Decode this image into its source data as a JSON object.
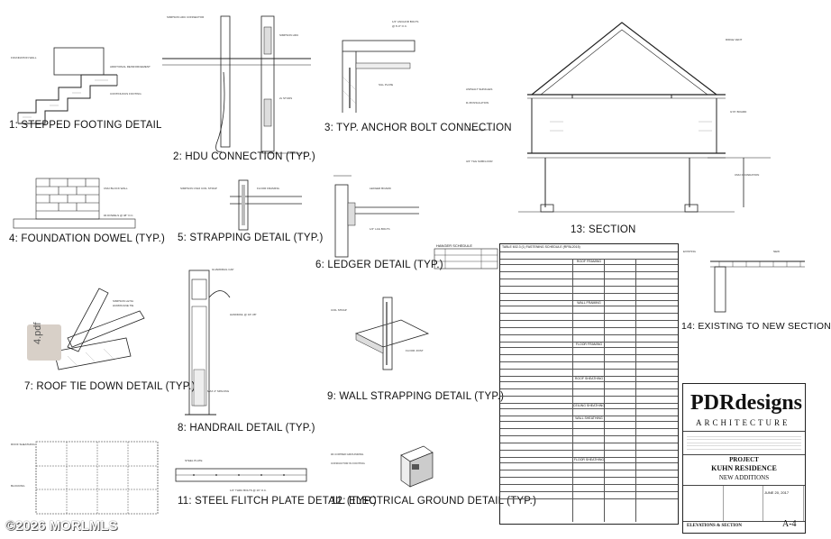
{
  "details": {
    "d1": "1: STEPPED FOOTING DETAIL",
    "d2": "2: HDU CONNECTION (TYP.)",
    "d3": "3: TYP. ANCHOR BOLT CONNECTION",
    "d4": "4: FOUNDATION DOWEL (TYP.)",
    "d5": "5: STRAPPING DETAIL (TYP.)",
    "d6": "6: LEDGER DETAIL (TYP.)",
    "d7": "7: ROOF TIE DOWN DETAIL (TYP.)",
    "d8": "8: HANDRAIL DETAIL (TYP.)",
    "d9": "9: WALL STRAPPING DETAIL (TYP.)",
    "d11": "11: STEEL FLITCH PLATE DETAIL (TYP.)",
    "d12": "12: ELECTRICAL GROUND DETAIL (TYP.)",
    "d13": "13: SECTION",
    "d14": "14: EXISTING TO NEW SECTION"
  },
  "schedule": {
    "title": "TABLE 602.3 (1) FASTENING SCHEDULE (RFBL2015)",
    "hanger_title": "HANGER SCHEDULE",
    "sections": [
      "ROOF FRAMING",
      "WALL FRAMING",
      "FLOOR FRAMING",
      "ROOF SHEATHING",
      "CEILING SHEATHING",
      "WALL SHEATHING",
      "FLOOR SHEATHING"
    ]
  },
  "title_block": {
    "firm": "PDRdesigns",
    "firm_sub": "ARCHITECTURE",
    "project_label": "PROJECT",
    "project_name": "KUHN RESIDENCE",
    "project_scope": "NEW ADDITIONS",
    "sheet_title": "ELEVATIONS & SECTION",
    "sheet_number": "A-4",
    "date": "JUNE 20, 2017"
  },
  "overlay": {
    "pdf_tab": "4.pdf",
    "watermark": "©2026 MORLMLS"
  }
}
